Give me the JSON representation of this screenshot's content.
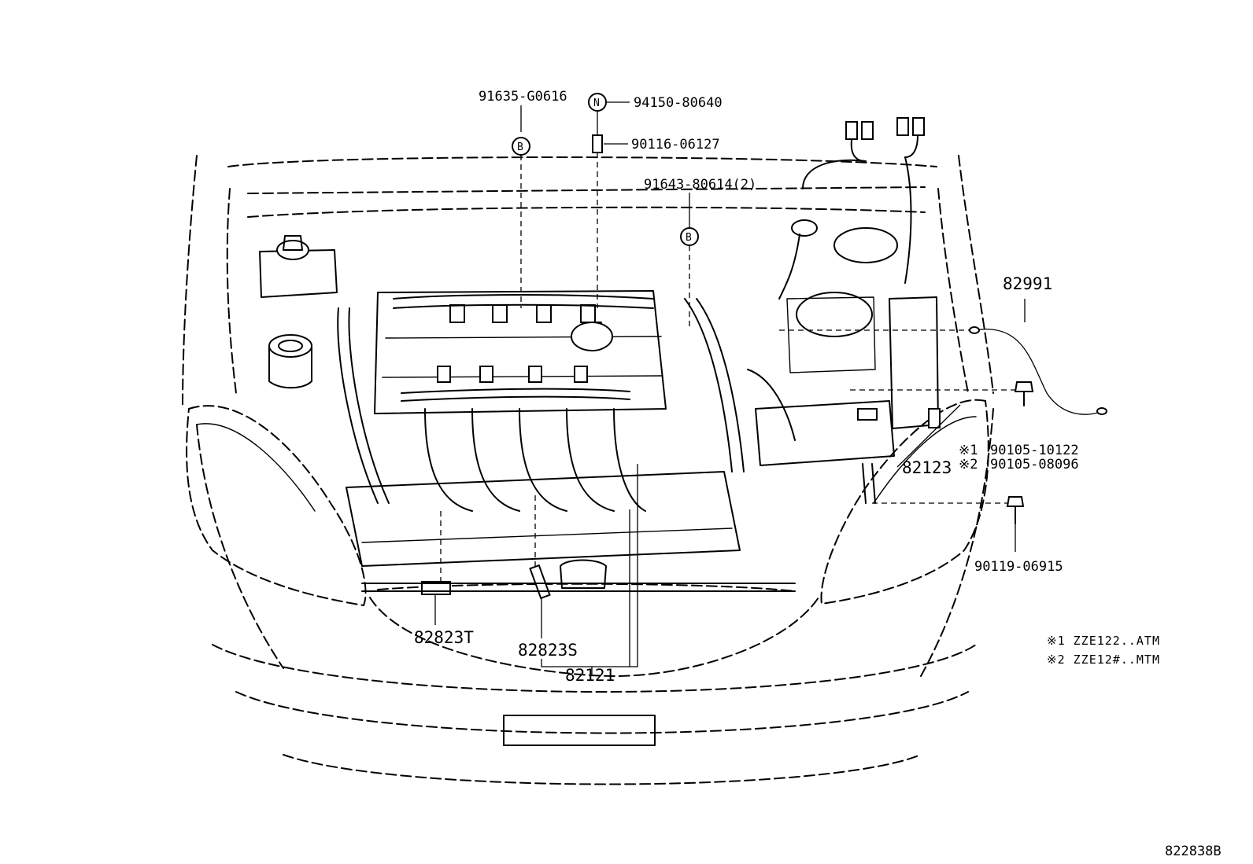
{
  "callouts": {
    "p91635": "91635-G0616",
    "p94150": "94150-80640",
    "p90116": "90116-06127",
    "p91643": "91643-80614(2)",
    "p82991": "82991",
    "p90105a": "90105-10122",
    "p90105b": "90105-08096",
    "p82123": "82123",
    "p90119": "90119-06915",
    "p82823T": "82823T",
    "p82823S": "82823S",
    "p82121": "82121"
  },
  "symbols": {
    "mark1": "※1",
    "mark2": "※2",
    "circle_b": "B",
    "circle_n": "N"
  },
  "legend": {
    "note1": "※1  ZZE122..ATM",
    "note2": "※2  ZZE12#..MTM"
  },
  "diagram_id": "822838B"
}
